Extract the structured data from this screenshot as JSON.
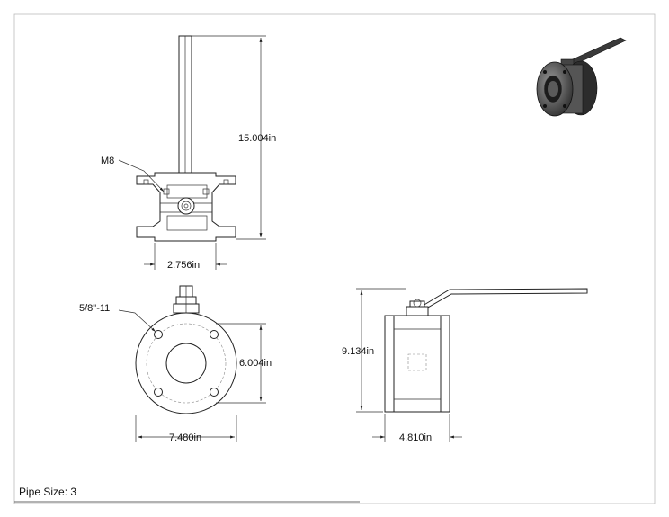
{
  "drawing": {
    "footer_label": "Pipe Size: 3"
  },
  "top_view": {
    "callout": "M8",
    "height_dim": "15.004in",
    "width_dim": "2.756in"
  },
  "front_view": {
    "callout": "5/8\"-11",
    "bolt_circle_dim": "6.004in",
    "width_dim": "7.480in"
  },
  "side_view": {
    "height_dim": "9.134in",
    "width_dim": "4.810in"
  },
  "iso_view": {
    "icon": "ball-valve-3d-icon"
  }
}
